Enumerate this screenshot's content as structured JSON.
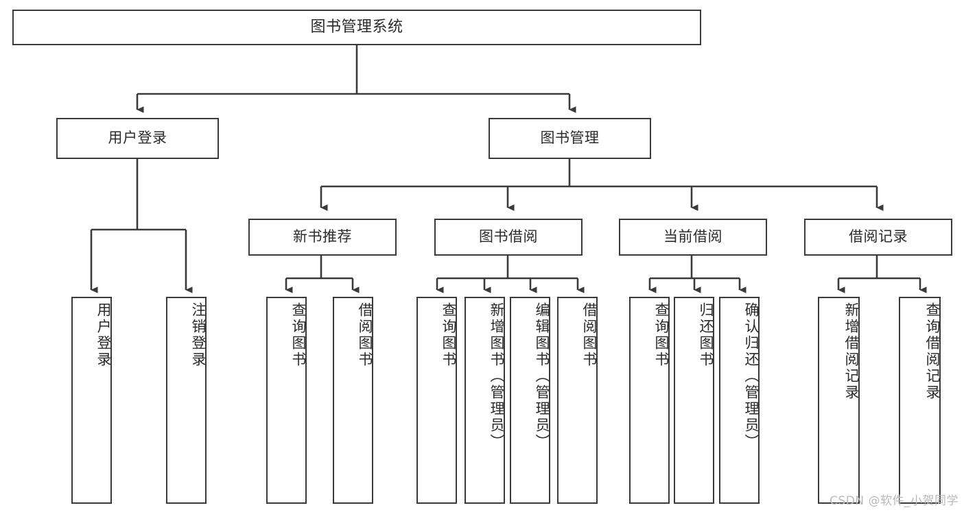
{
  "diagram": {
    "title": "图书管理系统",
    "root": {
      "id": "root",
      "label": "图书管理系统"
    },
    "level2": [
      {
        "id": "user-login",
        "label": "用户登录"
      },
      {
        "id": "book-management",
        "label": "图书管理"
      }
    ],
    "level3": [
      {
        "id": "new-book-recommend",
        "label": "新书推荐"
      },
      {
        "id": "book-borrow",
        "label": "图书借阅"
      },
      {
        "id": "current-borrow",
        "label": "当前借阅"
      },
      {
        "id": "borrow-record",
        "label": "借阅记录"
      }
    ],
    "leaves": {
      "user_login": [
        {
          "id": "leaf-user-login",
          "label": "用户登录"
        },
        {
          "id": "leaf-logout-login",
          "label": "注销登录"
        }
      ],
      "new_book_recommend": [
        {
          "id": "leaf-query-book-1",
          "label": "查询图书"
        },
        {
          "id": "leaf-borrow-book-1",
          "label": "借阅图书"
        }
      ],
      "book_borrow": [
        {
          "id": "leaf-query-book-2",
          "label": "查询图书"
        },
        {
          "id": "leaf-add-book",
          "label": "新增图书（管理员）"
        },
        {
          "id": "leaf-edit-book",
          "label": "编辑图书（管理员）"
        },
        {
          "id": "leaf-borrow-book-2",
          "label": "借阅图书"
        }
      ],
      "current_borrow": [
        {
          "id": "leaf-query-book-3",
          "label": "查询图书"
        },
        {
          "id": "leaf-return-book",
          "label": "归还图书"
        },
        {
          "id": "leaf-confirm-return",
          "label": "确认归还（管理员）"
        }
      ],
      "borrow_record": [
        {
          "id": "leaf-add-borrow-record",
          "label": "新增借阅记录"
        },
        {
          "id": "leaf-query-borrow-record",
          "label": "查询借阅记录"
        }
      ]
    },
    "colors": {
      "box_border": "#3a3a3a",
      "box_fill": "#ffffff",
      "connector": "#3a3a3a",
      "text": "#2b2b2b",
      "watermark": "#b9b9b9",
      "background": "#ffffff"
    }
  },
  "watermark": {
    "text": "CSDN @软件_小贺同学"
  }
}
